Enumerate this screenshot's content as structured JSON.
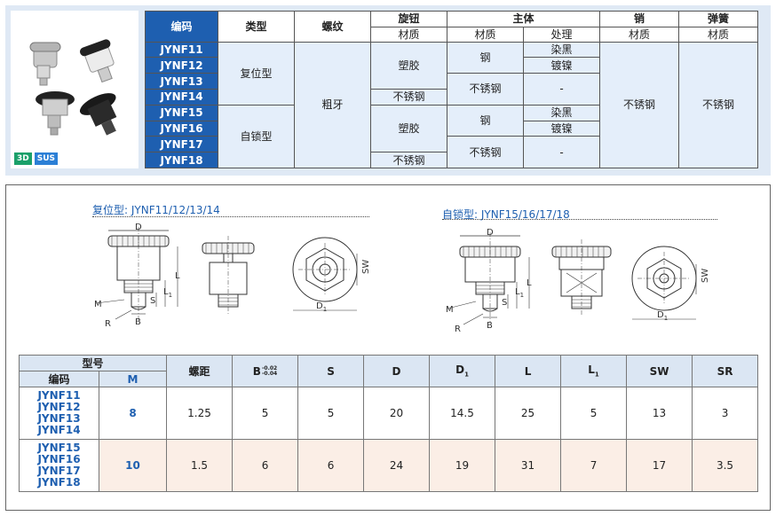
{
  "badges": {
    "three_d": "3D",
    "sus": "SUS"
  },
  "spec": {
    "headers": {
      "code": "编码",
      "type": "类型",
      "thread": "螺纹",
      "knob": "旋钮",
      "body": "主体",
      "pin": "销",
      "spring": "弹簧"
    },
    "subheaders": {
      "knob_mat": "材质",
      "body_mat": "材质",
      "body_treat": "处理",
      "pin_mat": "材质",
      "spring_mat": "材质"
    },
    "codes": [
      "JYNF11",
      "JYNF12",
      "JYNF13",
      "JYNF14",
      "JYNF15",
      "JYNF16",
      "JYNF17",
      "JYNF18"
    ],
    "type_reset": "复位型",
    "type_lock": "自锁型",
    "thread": "粗牙",
    "knob_plastic_1": "塑胶",
    "knob_ss_1": "不锈钢",
    "knob_plastic_2": "塑胶",
    "knob_ss_2": "不锈钢",
    "body_steel_1": "钢",
    "body_ss_1": "不锈钢",
    "body_steel_2": "钢",
    "body_ss_2": "不锈钢",
    "treat_black_1": "染黑",
    "treat_nickel_1": "镀镍",
    "treat_dash_1": "-",
    "treat_black_2": "染黑",
    "treat_nickel_2": "镀镍",
    "treat_dash_2": "-",
    "pin": "不锈钢",
    "spring": "不锈钢"
  },
  "drawings": {
    "reset_title": "复位型: JYNF11/12/13/14",
    "lock_title": "自锁型: JYNF15/16/17/18",
    "labels": {
      "D": "D",
      "M": "M",
      "R": "R",
      "B": "B",
      "S": "S",
      "L": "L",
      "L1": "L",
      "L1_sub": "1",
      "SW": "SW",
      "D1": "D",
      "D1_sub": "1"
    }
  },
  "dims": {
    "model_header": "型号",
    "code_header": "编码",
    "m_header": "M",
    "pitch": "螺距",
    "b": "B",
    "b_tol_top": "-0.02",
    "b_tol_bot": "-0.04",
    "s": "S",
    "d": "D",
    "d1": "D",
    "d1_sub": "1",
    "l": "L",
    "l1": "L",
    "l1_sub": "1",
    "sw": "SW",
    "sr": "SR",
    "rows": [
      {
        "codes": [
          "JYNF11",
          "JYNF12",
          "JYNF13",
          "JYNF14"
        ],
        "m": "8",
        "pitch": "1.25",
        "b": "5",
        "s": "5",
        "d": "20",
        "d1": "14.5",
        "l": "25",
        "l1": "5",
        "sw": "13",
        "sr": "3"
      },
      {
        "codes": [
          "JYNF15",
          "JYNF16",
          "JYNF17",
          "JYNF18"
        ],
        "m": "10",
        "pitch": "1.5",
        "b": "6",
        "s": "6",
        "d": "24",
        "d1": "19",
        "l": "31",
        "l1": "7",
        "sw": "17",
        "sr": "3.5"
      }
    ]
  }
}
